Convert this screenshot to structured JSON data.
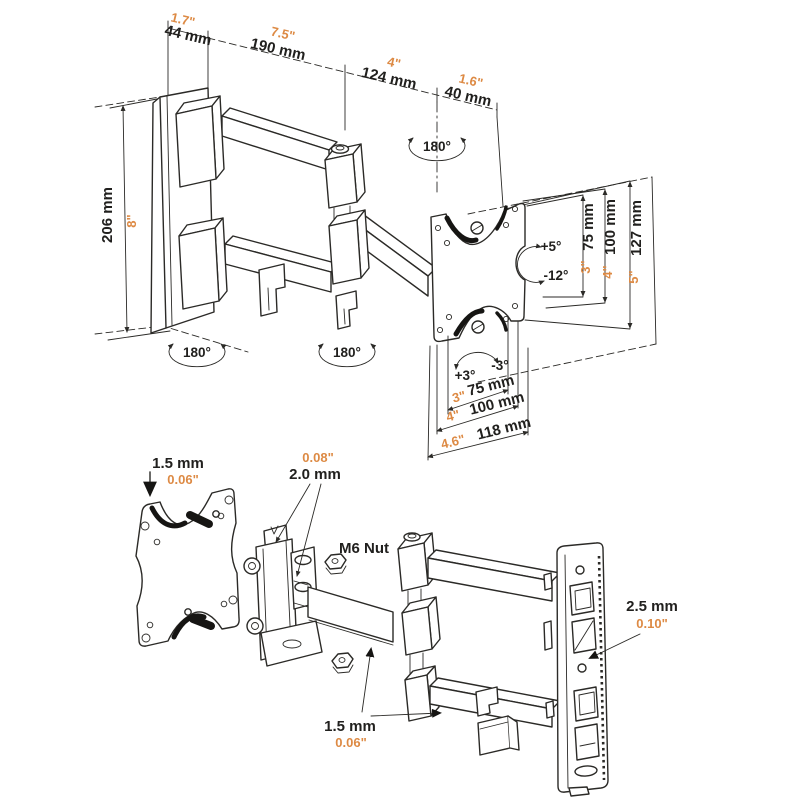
{
  "colors": {
    "ink": "#2b2a27",
    "accent": "#dd8a44",
    "background": "#ffffff"
  },
  "top_diagram": {
    "dims_top": [
      {
        "in": "1.7\"",
        "mm": "44 mm"
      },
      {
        "in": "7.5\"",
        "mm": "190 mm"
      },
      {
        "in": "4\"",
        "mm": "124 mm"
      },
      {
        "in": "1.6\"",
        "mm": "40 mm"
      }
    ],
    "dim_left": {
      "mm": "206 mm",
      "in": "8\""
    },
    "rotation_top": "180°",
    "rotation_arm_left": "180°",
    "rotation_arm_mid": "180°",
    "tilt_up": "+5°",
    "tilt_down": "-12°",
    "swivel_left": "+3°",
    "swivel_right": "-3°",
    "dims_right": [
      {
        "mm": "75 mm",
        "in": "3\""
      },
      {
        "mm": "100 mm",
        "in": "4\""
      },
      {
        "mm": "127 mm",
        "in": "5\""
      }
    ],
    "dims_bottom": [
      {
        "in": "3\"",
        "mm": "75 mm"
      },
      {
        "in": "4\"",
        "mm": "100 mm"
      },
      {
        "in": "4.6\"",
        "mm": "118 mm"
      }
    ]
  },
  "bottom_diagram": {
    "vesa_plate_thickness": {
      "mm": "1.5 mm",
      "in": "0.06\""
    },
    "hinge_plate_thickness": {
      "in": "0.08\"",
      "mm": "2.0 mm"
    },
    "nut_label": "M6 Nut",
    "wall_plate_thickness": {
      "mm": "2.5 mm",
      "in": "0.10\""
    },
    "arm_plate_thickness": {
      "mm": "1.5 mm",
      "in": "0.06\""
    }
  }
}
